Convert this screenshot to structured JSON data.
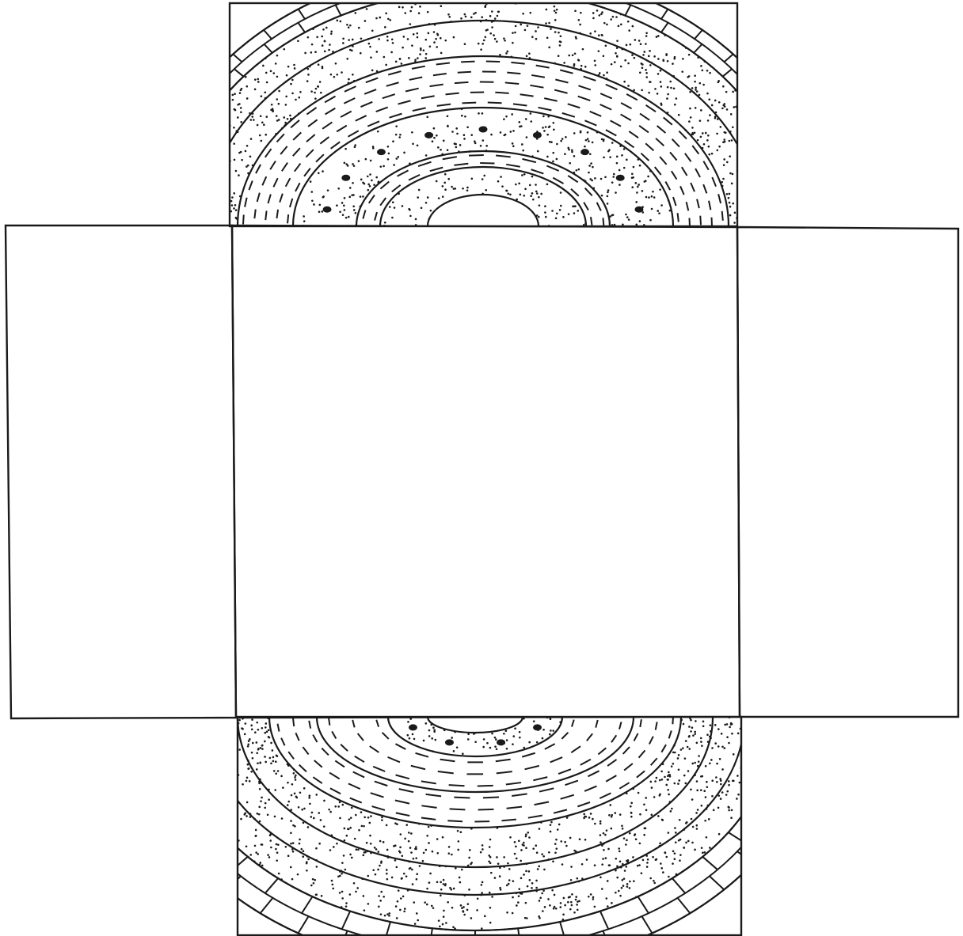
{
  "diagram": {
    "kind": "block-diagram-net",
    "panels": [
      "top-face",
      "left-face",
      "center-face",
      "right-face",
      "bottom-face"
    ],
    "patterns": [
      "limestone-blocks",
      "sandstone-stipple",
      "shale-dashes",
      "conglomerate-pebbles"
    ],
    "colors": {
      "ink": "#1a1a1a",
      "paper": "#ffffff"
    }
  }
}
